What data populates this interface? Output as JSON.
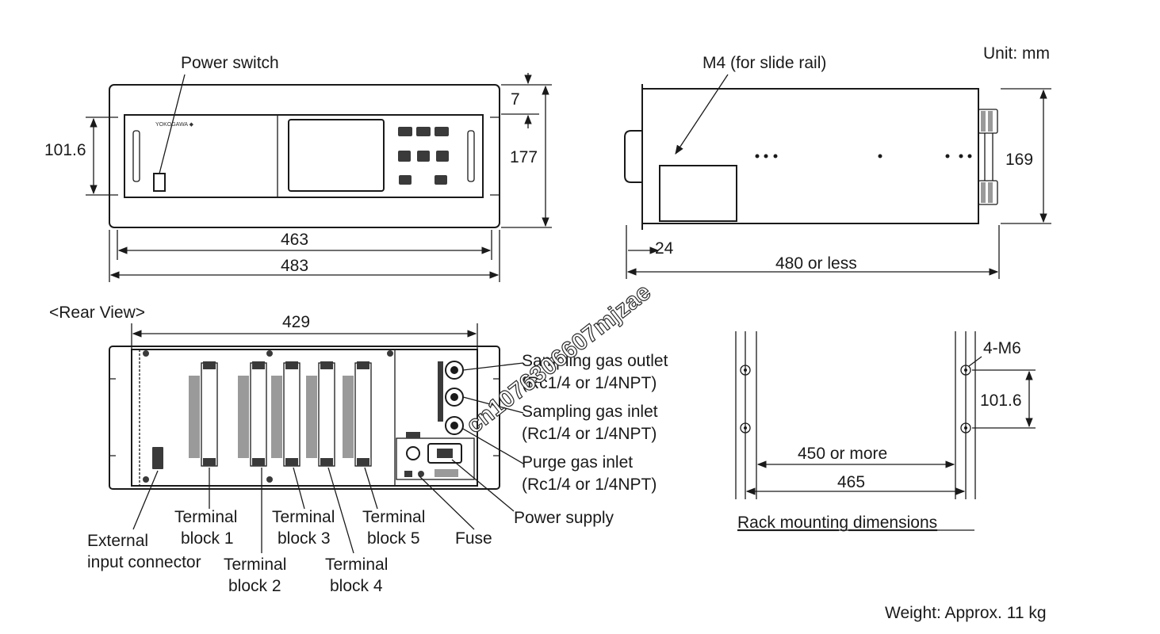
{
  "unit_label": "Unit: mm",
  "weight_label": "Weight: Approx. 11 kg",
  "front_view": {
    "power_switch_label": "Power switch",
    "brand_text": "YOKOGAWA ◆",
    "dim_height_mount": "101.6",
    "dim_top_offset": "7",
    "dim_total_height": "177",
    "dim_width_inner": "463",
    "dim_width_outer": "483"
  },
  "side_view": {
    "m4_label": "M4 (for slide rail)",
    "dim_height": "169",
    "dim_depth": "480 or less",
    "dim_small": "24"
  },
  "rear_view": {
    "title": "<Rear View>",
    "dim_width": "429",
    "sampling_gas_outlet": "Sampling gas outlet",
    "sampling_gas_outlet_spec": "(Rc1/4 or 1/4NPT)",
    "sampling_gas_inlet": "Sampling gas inlet",
    "sampling_gas_inlet_spec": "(Rc1/4 or 1/4NPT)",
    "purge_gas_inlet": "Purge gas inlet",
    "purge_gas_inlet_spec": "(Rc1/4 or 1/4NPT)",
    "power_supply": "Power supply",
    "fuse": "Fuse",
    "external_input_line1": "External",
    "external_input_line2": "input connector",
    "tb_word": "Terminal",
    "tb1": "block 1",
    "tb2": "block 2",
    "tb3": "block 3",
    "tb4": "block 4",
    "tb5": "block 5"
  },
  "rack_mounting": {
    "screw_label": "4-M6",
    "dim_vertical": "101.6",
    "dim_inner": "450 or more",
    "dim_outer": "465",
    "caption": "Rack mounting dimensions"
  },
  "watermark": "cn1076306607mjzae"
}
